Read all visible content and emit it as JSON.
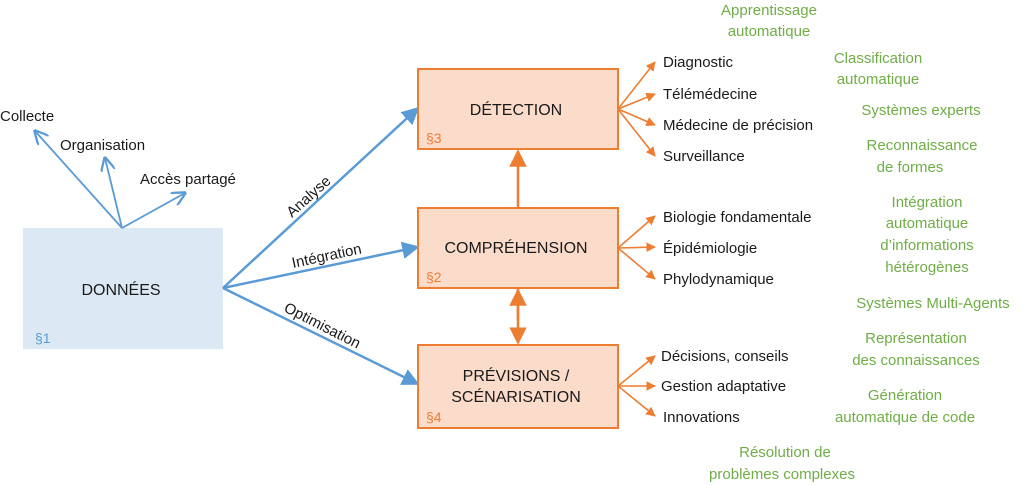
{
  "colors": {
    "data_fill": "#dce9f5",
    "data_section": "#5b9bd5",
    "blue_arrow": "#5b9bd5",
    "box_fill": "#fbdccb",
    "box_border": "#ed7d31",
    "orange": "#ed7d31",
    "green": "#70ad47",
    "text": "#1a1a1a"
  },
  "data_box": {
    "label": "DONNÉES",
    "section": "§1"
  },
  "data_uses": [
    "Collecte",
    "Organisation",
    "Accès partagé"
  ],
  "transitions": {
    "analysis": "Analyse",
    "integration": "Intégration",
    "optimisation": "Optimisation"
  },
  "boxes": {
    "detection": {
      "title": "DÉTECTION",
      "section": "§3"
    },
    "comprehension": {
      "title": "COMPRÉHENSION",
      "section": "§2"
    },
    "forecast": {
      "title_line1": "PRÉVISIONS /",
      "title_line2": "SCÉNARISATION",
      "section": "§4"
    }
  },
  "outputs": {
    "detection": [
      "Diagnostic",
      "Télémédecine",
      "Médecine de précision",
      "Surveillance"
    ],
    "comprehension": [
      "Biologie fondamentale",
      "Épidémiologie",
      "Phylodynamique"
    ],
    "forecast": [
      "Décisions, conseils",
      "Gestion adaptative",
      "Innovations"
    ]
  },
  "methods": [
    [
      "Apprentissage",
      "automatique"
    ],
    [
      "Classification",
      "automatique"
    ],
    [
      "Systèmes experts"
    ],
    [
      "Reconnaissance",
      "de formes"
    ],
    [
      "Intégration",
      "automatique",
      "d’informations",
      "hétérogènes"
    ],
    [
      "Systèmes Multi-Agents"
    ],
    [
      "Représentation",
      "des connaissances"
    ],
    [
      "Génération",
      "automatique de code"
    ],
    [
      "Résolution de",
      "problèmes complexes"
    ]
  ]
}
